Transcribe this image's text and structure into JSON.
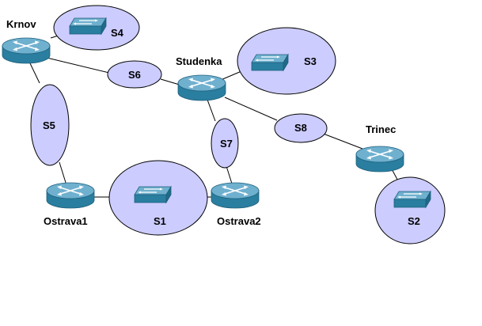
{
  "colors": {
    "subnet_fill": "#ccccff",
    "device_body": "#2a7ea0",
    "device_top": "#6fb0cf",
    "link": "#000000"
  },
  "routers": {
    "krnov": {
      "label": "Krnov",
      "icon": "router-icon"
    },
    "studenka": {
      "label": "Studenka",
      "icon": "router-icon"
    },
    "ostrava1": {
      "label": "Ostrava1",
      "icon": "router-icon"
    },
    "ostrava2": {
      "label": "Ostrava2",
      "icon": "router-icon"
    },
    "trinec": {
      "label": "Trinec",
      "icon": "router-icon"
    }
  },
  "subnets": {
    "s1": {
      "label": "S1"
    },
    "s2": {
      "label": "S2"
    },
    "s3": {
      "label": "S3"
    },
    "s4": {
      "label": "S4"
    },
    "s5": {
      "label": "S5"
    },
    "s6": {
      "label": "S6"
    },
    "s7": {
      "label": "S7"
    },
    "s8": {
      "label": "S8"
    }
  },
  "switches": {
    "s1": {
      "icon": "switch-icon"
    },
    "s2": {
      "icon": "switch-icon"
    },
    "s3": {
      "icon": "switch-icon"
    },
    "s4": {
      "icon": "switch-icon"
    }
  }
}
